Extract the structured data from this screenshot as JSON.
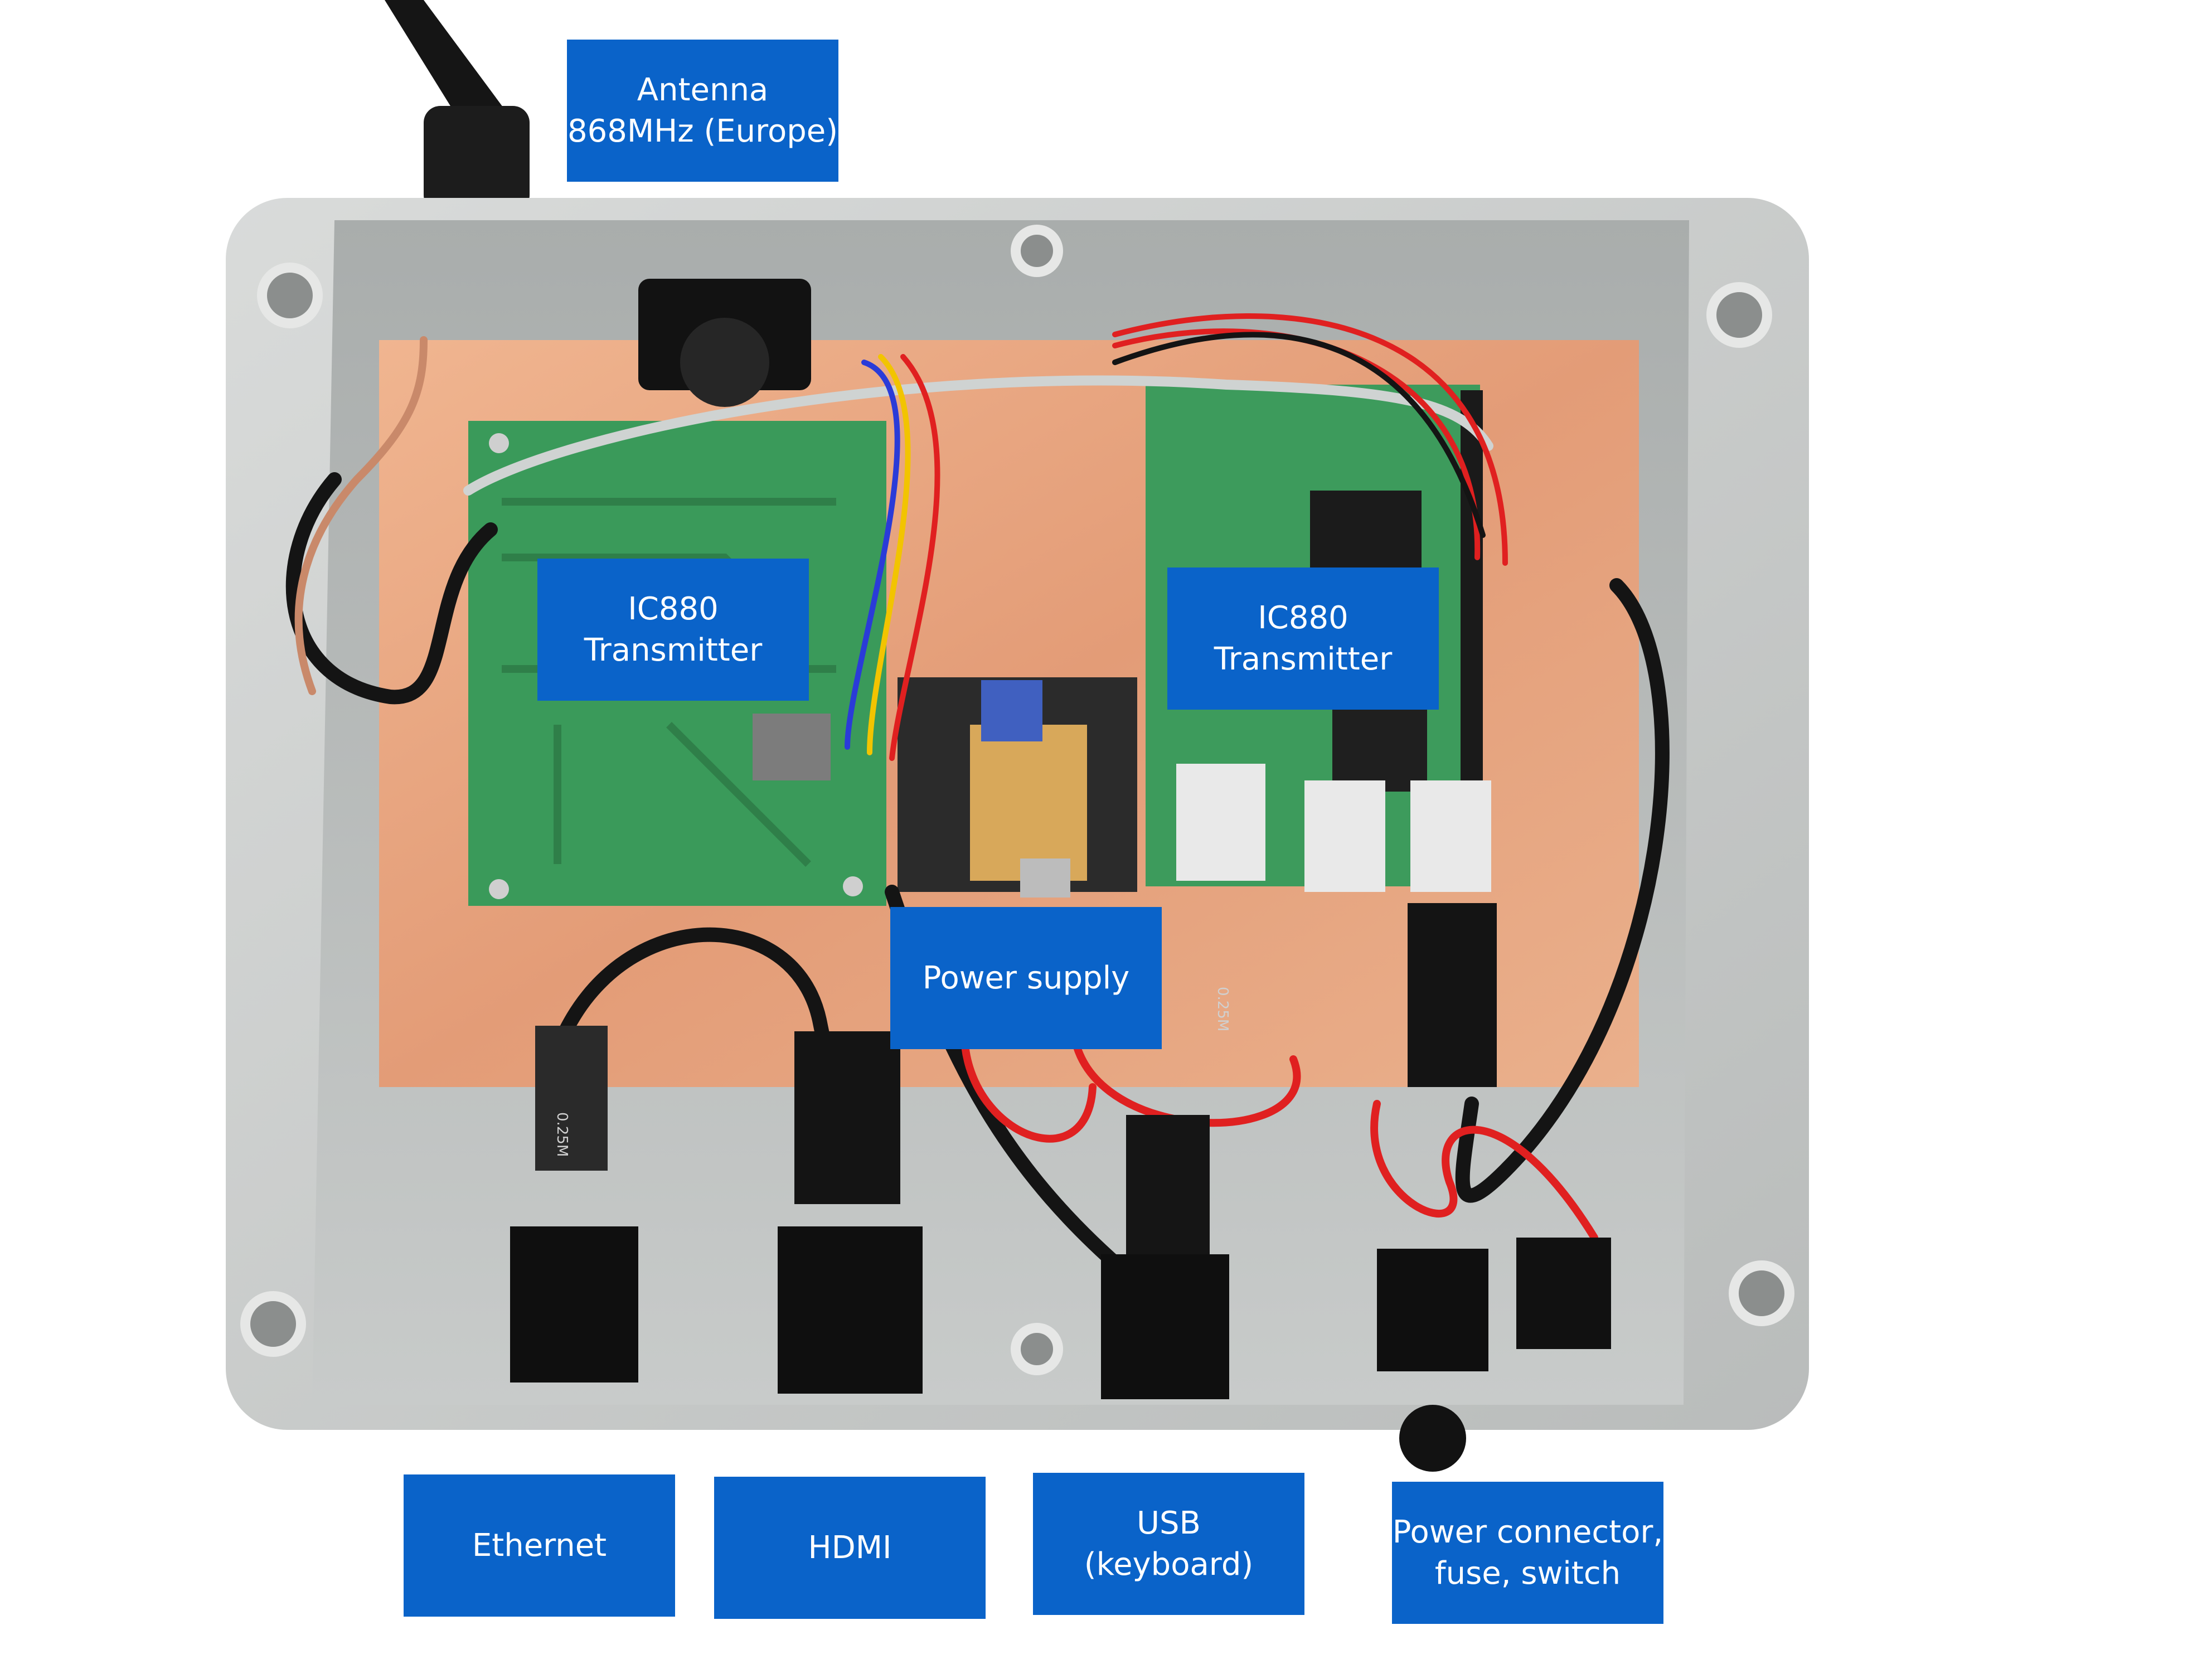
{
  "labels": {
    "antenna": [
      "Antenna",
      "868MHz (Europe)"
    ],
    "ic880_left": [
      "IC880",
      "Transmitter"
    ],
    "ic880_right": [
      "IC880",
      "Transmitter"
    ],
    "power_supply": [
      "Power supply"
    ],
    "ethernet": [
      "Ethernet"
    ],
    "hdmi": [
      "HDMI"
    ],
    "usb": [
      "USB",
      "(keyboard)"
    ],
    "power_connector": [
      "Power connector,",
      "fuse, switch"
    ]
  },
  "silkscreen": {
    "cable_len_1": "0.25M",
    "cable_len_2": "0.25M"
  },
  "colors": {
    "label_bg": "#0a63c9",
    "label_text": "#ffffff",
    "enclosure": "#cfd1d0",
    "copper_plate": "#e8a27e",
    "pcb_green": "#3a9a5a",
    "wire_red": "#e02020",
    "wire_black": "#161616"
  }
}
